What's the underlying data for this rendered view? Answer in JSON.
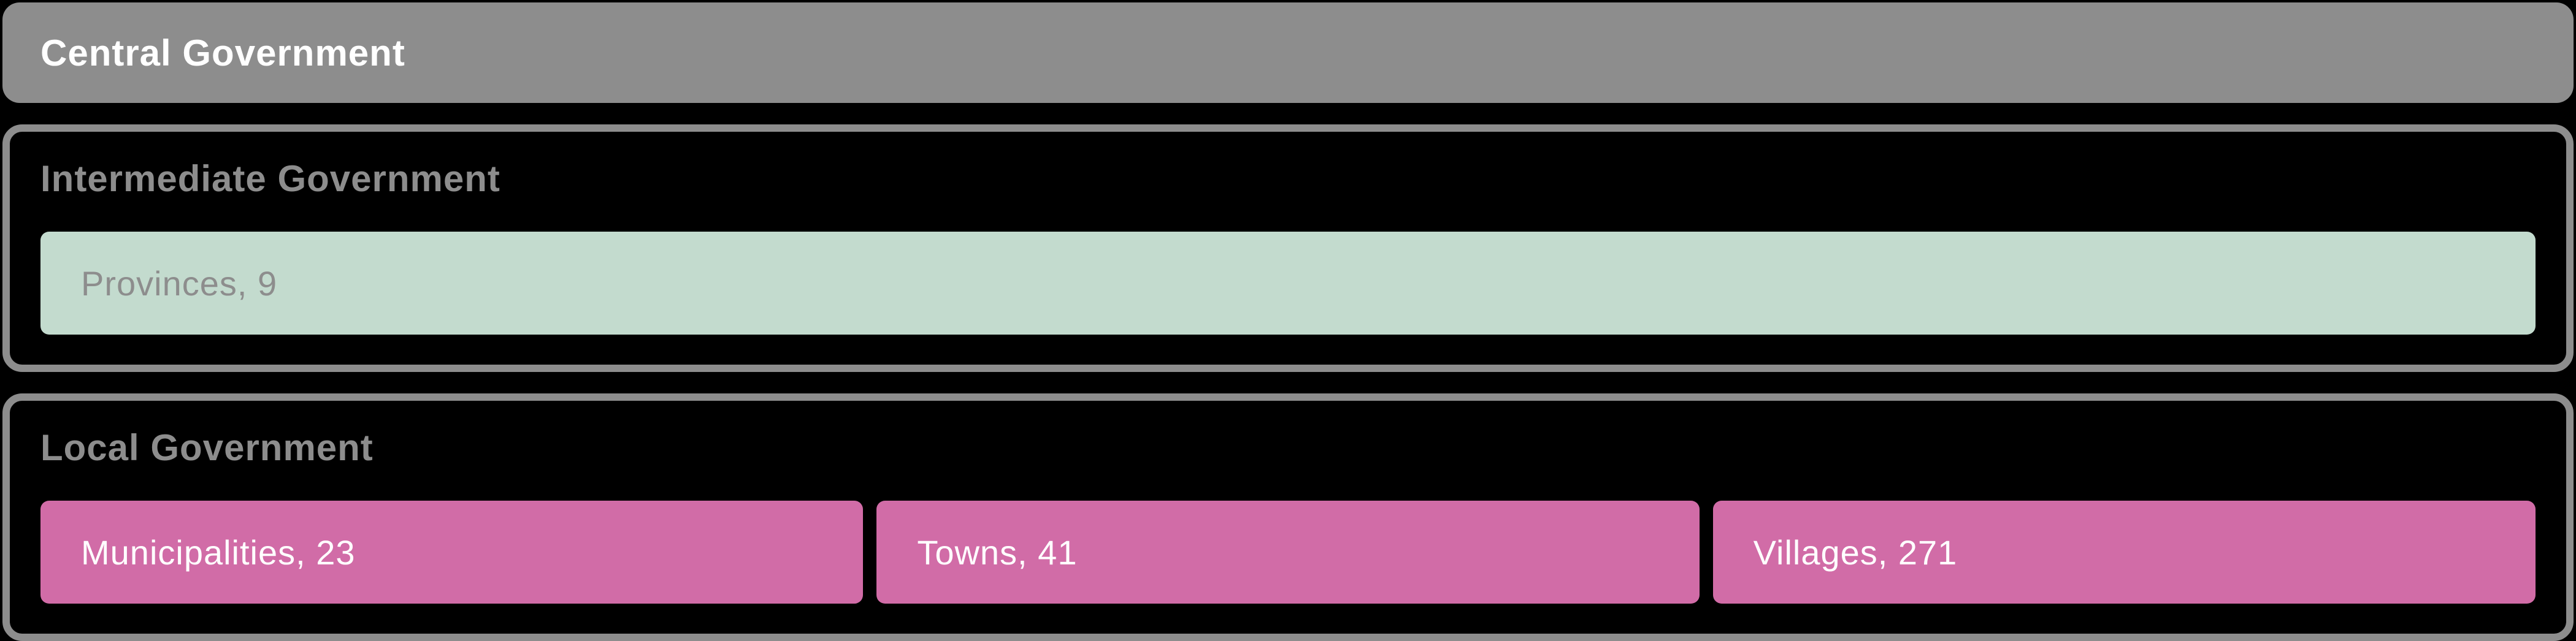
{
  "header": {
    "title": "Central Government"
  },
  "sections": [
    {
      "title": "Intermediate Government",
      "items": [
        {
          "label": "Provinces, 9",
          "color": "#c3dbce",
          "text_color": "#8d8d8d"
        }
      ]
    },
    {
      "title": "Local Government",
      "items": [
        {
          "label": "Municipalities, 23",
          "color": "#d16ca7",
          "text_color": "#ffffff"
        },
        {
          "label": "Towns, 41",
          "color": "#d16ca7",
          "text_color": "#ffffff"
        },
        {
          "label": "Villages, 271",
          "color": "#d16ca7",
          "text_color": "#ffffff"
        }
      ]
    }
  ],
  "colors": {
    "background": "#000000",
    "frame_gray": "#8d8d8d",
    "header_bar": "#8d8d8d",
    "header_text": "#ffffff",
    "section_title_text": "#8d8d8d",
    "province_green": "#c3dbce",
    "province_text": "#8d8d8d",
    "local_pink": "#d16ca7",
    "local_text": "#ffffff"
  }
}
